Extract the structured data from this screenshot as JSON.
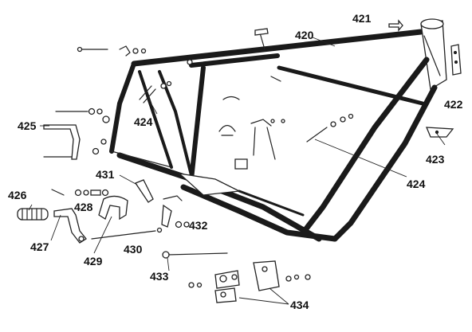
{
  "diagram": {
    "labels": {
      "p420": "420",
      "p421": "421",
      "p422": "422",
      "p423": "423",
      "p424a": "424",
      "p424b": "424",
      "p425": "425",
      "p426": "426",
      "p427": "427",
      "p428": "428",
      "p429": "429",
      "p430": "430",
      "p431": "431",
      "p432": "432",
      "p433": "433",
      "p434": "434"
    }
  }
}
